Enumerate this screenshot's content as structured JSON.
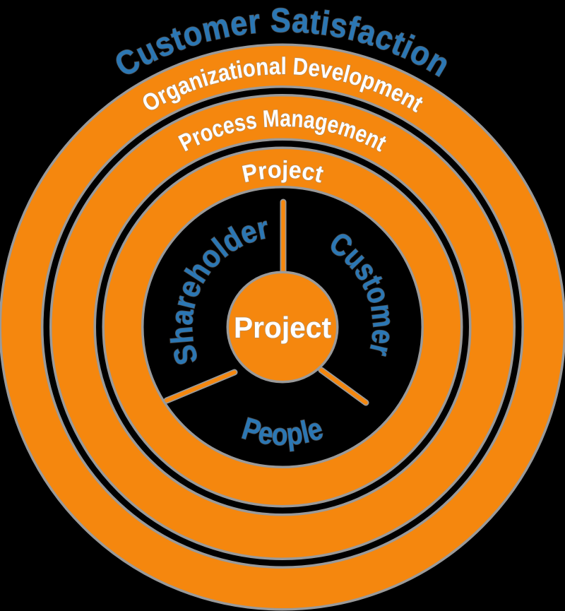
{
  "diagram": {
    "title": "Customer Satisfaction",
    "rings": [
      {
        "label": "Organizational Development"
      },
      {
        "label": "Process Management"
      },
      {
        "label": "Project"
      }
    ],
    "center": {
      "label": "Project"
    },
    "stakeholders": [
      {
        "label": "Shareholder"
      },
      {
        "label": "Customer"
      },
      {
        "label": "People"
      }
    ],
    "colors": {
      "ring_orange": "#F5870E",
      "label_blue": "#2B77B4",
      "ring_text_white": "#FFFFFF",
      "edge_halo_gray": "#9A9A9A",
      "background": "#000000"
    }
  }
}
